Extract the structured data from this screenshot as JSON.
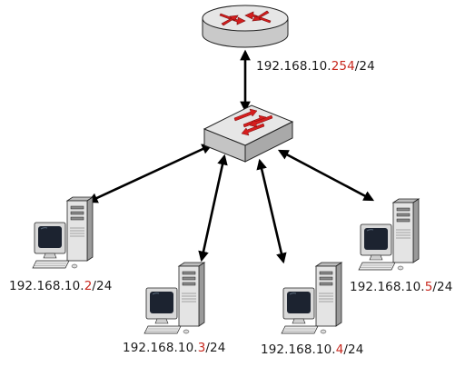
{
  "colors": {
    "highlight": "#c8281e",
    "text": "#1a1a1a",
    "device_body": "#e2e2e2",
    "arrow_red": "#d41e1e",
    "screen": "#1c2330",
    "link": "#000000"
  },
  "router": {
    "icon": "router-icon",
    "label": {
      "prefix": "192.168.10.",
      "host": "254",
      "suffix": "/24"
    }
  },
  "switch": {
    "icon": "switch-icon"
  },
  "hosts": [
    {
      "icon": "desktop-computer-icon",
      "label": {
        "prefix": "192.168.10.",
        "host": "2",
        "suffix": "/24"
      }
    },
    {
      "icon": "desktop-computer-icon",
      "label": {
        "prefix": "192.168.10.",
        "host": "3",
        "suffix": "/24"
      }
    },
    {
      "icon": "desktop-computer-icon",
      "label": {
        "prefix": "192.168.10.",
        "host": "4",
        "suffix": "/24"
      }
    },
    {
      "icon": "desktop-computer-icon",
      "label": {
        "prefix": "192.168.10.",
        "host": "5",
        "suffix": "/24"
      }
    }
  ]
}
